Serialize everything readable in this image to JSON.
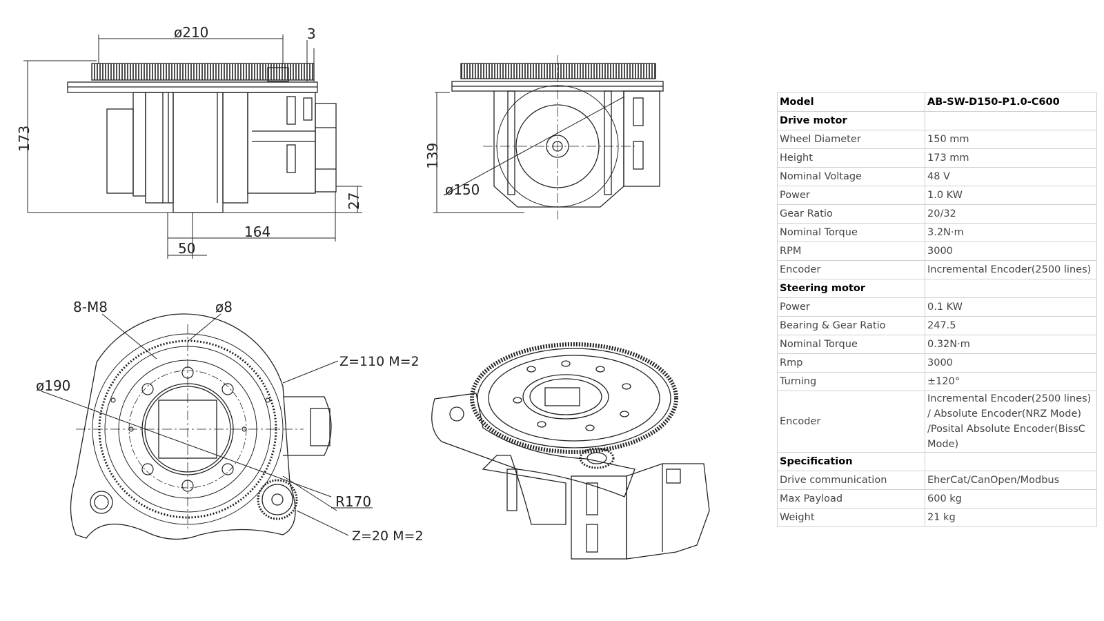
{
  "drawing": {
    "side_view": {
      "dim_width": "ø210",
      "dim_offset": "3",
      "dim_height": "173",
      "dim_ground": "27",
      "dim_length": "164",
      "dim_wheel": "50"
    },
    "front_view": {
      "dim_height": "139",
      "dim_diameter": "ø150"
    },
    "top_view": {
      "label_holes": "8-M8",
      "label_pin": "ø8",
      "label_ring": "ø190",
      "label_big_gear": "Z=110 M=2",
      "label_radius": "R170",
      "label_small_gear": "Z=20 M=2"
    }
  },
  "spec_table": {
    "rows": [
      {
        "label": "Model",
        "value": "AB-SW-D150-P1.0-C600",
        "type": "head"
      },
      {
        "label": "Drive motor",
        "value": "",
        "type": "head"
      },
      {
        "label": "Wheel Diameter",
        "value": "150 mm",
        "type": "row"
      },
      {
        "label": "Height",
        "value": "173 mm",
        "type": "row"
      },
      {
        "label": "Nominal Voltage",
        "value": "48 V",
        "type": "row"
      },
      {
        "label": "Power",
        "value": "1.0 KW",
        "type": "row"
      },
      {
        "label": "Gear Ratio",
        "value": "20/32",
        "type": "row"
      },
      {
        "label": "Nominal Torque",
        "value": "3.2N·m",
        "type": "row"
      },
      {
        "label": "RPM",
        "value": "3000",
        "type": "row"
      },
      {
        "label": "Encoder",
        "value": "Incremental Encoder(2500 lines)",
        "type": "row"
      },
      {
        "label": "Steering motor",
        "value": "",
        "type": "head"
      },
      {
        "label": "Power",
        "value": "0.1 KW",
        "type": "row"
      },
      {
        "label": "Bearing & Gear Ratio",
        "value": "247.5",
        "type": "row"
      },
      {
        "label": "Nominal Torque",
        "value": "0.32N·m",
        "type": "row"
      },
      {
        "label": "Rmp",
        "value": "3000",
        "type": "row"
      },
      {
        "label": "Turning",
        "value": "±120°",
        "type": "row"
      },
      {
        "label": "Encoder",
        "value": "Incremental Encoder(2500 lines) / Absolute Encoder(NRZ Mode) /Posital Absolute Encoder(BissC Mode)",
        "type": "multi"
      },
      {
        "label": "Specification",
        "value": "",
        "type": "head"
      },
      {
        "label": "Drive communication",
        "value": "EherCat/CanOpen/Modbus",
        "type": "row"
      },
      {
        "label": "Max Payload",
        "value": "600 kg",
        "type": "row"
      },
      {
        "label": "Weight",
        "value": "21 kg",
        "type": "row"
      }
    ]
  }
}
